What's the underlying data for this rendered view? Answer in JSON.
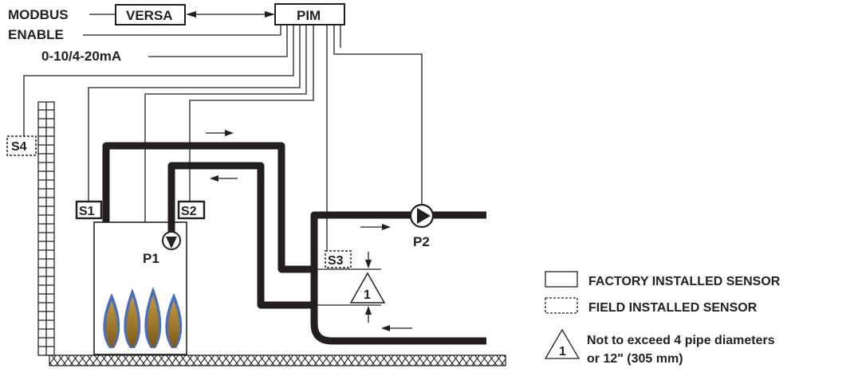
{
  "colors": {
    "ink": "#231f20",
    "flame_outer": "#4a6fb5",
    "flame_inner": "#a07a2a"
  },
  "control": {
    "modbus_label": "MODBUS",
    "enable_label": "ENABLE",
    "analog_label": "0-10/4-20mA",
    "versa_label": "VERSA",
    "pim_label": "PIM"
  },
  "sensors": {
    "s1": "S1",
    "s2": "S2",
    "s3": "S3",
    "s4": "S4"
  },
  "pumps": {
    "p1": "P1",
    "p2": "P2"
  },
  "note_number": "1",
  "legend": {
    "factory_label": "FACTORY INSTALLED SENSOR",
    "field_label": "FIELD INSTALLED SENSOR",
    "note_number": "1",
    "note_line1": "Not to exceed 4 pipe diameters",
    "note_line2": "or 12\" (305 mm)"
  }
}
